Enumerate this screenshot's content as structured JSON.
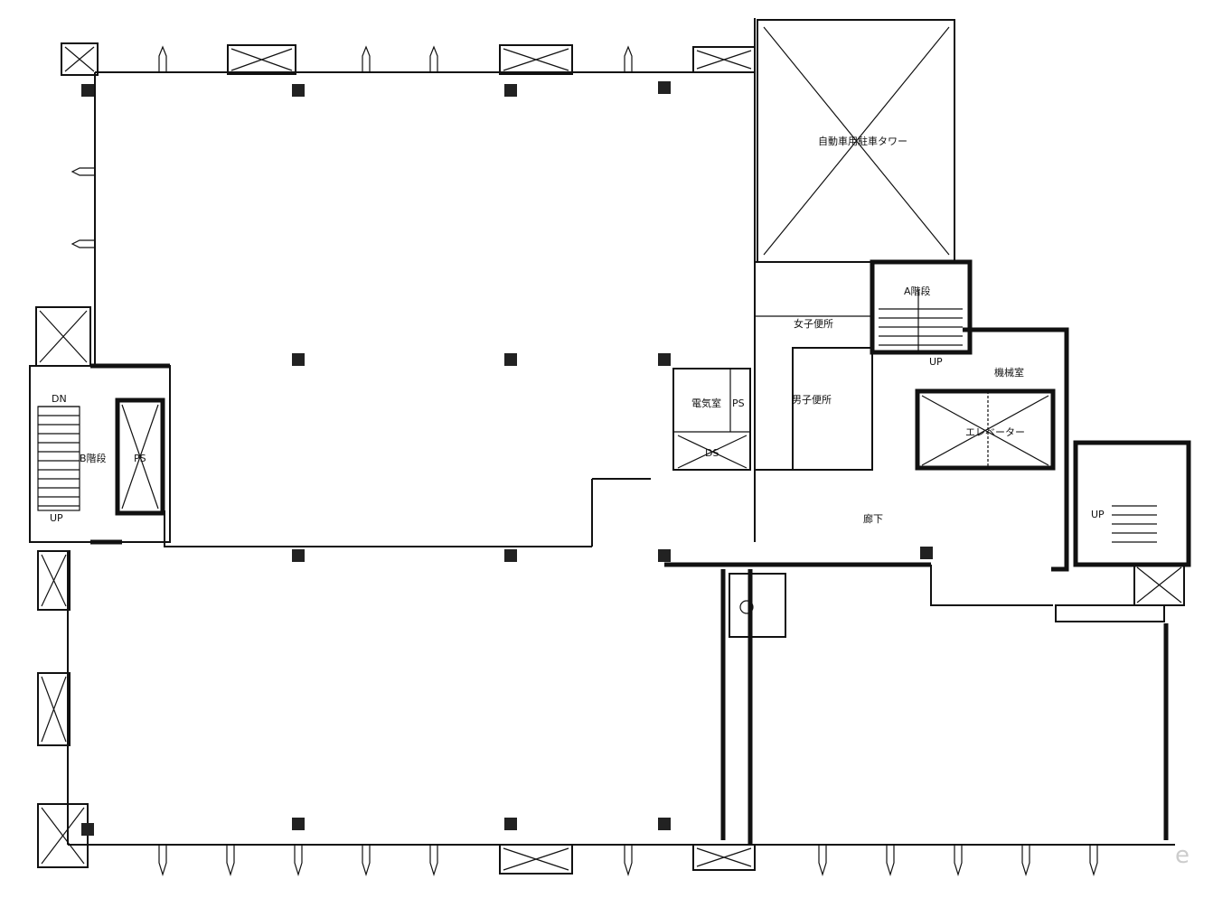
{
  "plan": {
    "labels": {
      "parking_tower": "自動車用駐車タワー",
      "womens_toilet": "女子便所",
      "mens_toilet": "男子便所",
      "electrical_room": "電気室",
      "ps_core": "PS",
      "ds": "DS",
      "stair_a": "A階段",
      "stair_a_up": "UP",
      "machine_room": "機械室",
      "elevator": "エレベーター",
      "corridor": "廊下",
      "stair_b": "B階段",
      "stair_b_dn": "DN",
      "stair_b_up": "UP",
      "ps_west": "PS",
      "stair_c_up": "UP"
    },
    "watermark": "e"
  }
}
